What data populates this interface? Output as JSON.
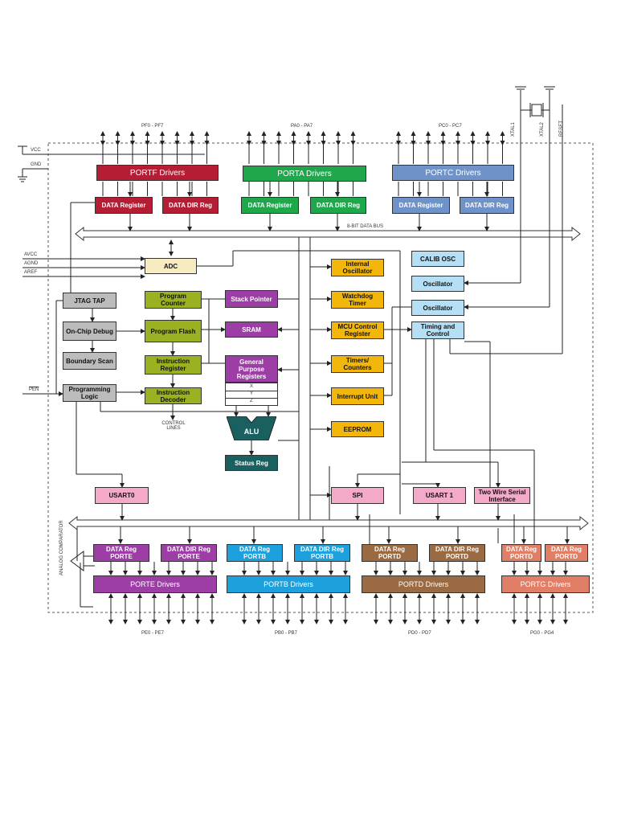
{
  "blocks": {
    "portf_drivers": "PORTF Drivers",
    "porta_drivers": "PORTA Drivers",
    "portc_drivers": "PORTC Drivers",
    "portf_data_reg": "DATA Register",
    "portf_dir_reg": "DATA DIR Reg",
    "porta_data_reg": "DATA Register",
    "porta_dir_reg": "DATA DIR Reg",
    "portc_data_reg": "DATA Register",
    "portc_dir_reg": "DATA DIR Reg",
    "adc": "ADC",
    "jtag_tap": "JTAG TAP",
    "on_chip_debug": "On-Chip Debug",
    "boundary_scan": "Boundary Scan",
    "programming_logic": "Programming Logic",
    "program_counter": "Program Counter",
    "program_flash": "Program Flash",
    "instruction_register": "Instruction Register",
    "instruction_decoder": "Instruction Decoder",
    "stack_pointer": "Stack Pointer",
    "sram": "SRAM",
    "general_purpose_registers": "General Purpose Registers",
    "alu": "ALU",
    "status_reg": "Status Reg",
    "internal_oscillator": "Internal Oscillator",
    "watchdog_timer": "Watchdog Timer",
    "mcu_control_register": "MCU Control Register",
    "timers_counters": "Timers/ Counters",
    "interrupt_unit": "Interrupt Unit",
    "eeprom": "EEPROM",
    "calib_osc": "CALIB OSC",
    "oscillator_1": "Oscillator",
    "oscillator_2": "Oscillator",
    "timing_and_control": "Timing and Control",
    "usart0": "USART0",
    "spi": "SPI",
    "usart1": "USART 1",
    "two_wire_serial_interface": "Two Wire Serial Interface",
    "porte_data_reg": "DATA Reg PORTE",
    "porte_dir_reg": "DATA DIR Reg PORTE",
    "portb_data_reg": "DATA Reg PORTB",
    "portb_dir_reg": "DATA DIR Reg PORTB",
    "portd_data_reg": "DATA Reg PORTD",
    "portd_dir_reg": "DATA DIR Reg PORTD",
    "portg_data_reg": "DATA Reg PORTD",
    "portg_dir_reg": "DATA Reg PORTD",
    "porte_drivers": "PORTE Drivers",
    "portb_drivers": "PORTB Drivers",
    "portd_drivers": "PORTD Drivers",
    "portg_drivers": "PORTG Drivers"
  },
  "labels": {
    "pf_pins": "PF0 - PF7",
    "pa_pins": "PA0 - PA7",
    "pc_pins": "PC0 - PC7",
    "pe_pins": "PE0 - PE7",
    "pb_pins": "PB0 - PB7",
    "pd_pins": "PD0 - PD7",
    "pg_pins": "PG0 - PG4",
    "vcc": "VCC",
    "gnd": "GND",
    "avcc": "AVCC",
    "agnd": "AGND",
    "aref": "AREF",
    "pen": "PEN",
    "xtal1": "XTAL1",
    "xtal2": "XTAL2",
    "reset": "RESET",
    "data_bus": "8-BIT DATA BUS",
    "control_lines": "CONTROL LINES",
    "analog_comparator": "ANALOG COMPARATOR",
    "gpr_x": "X",
    "gpr_y": "Y",
    "gpr_z": "Z"
  },
  "colors": {
    "portf": "#b51d35",
    "porta": "#1ea84b",
    "portc": "#6f93c9",
    "porte": "#9d3ea6",
    "portb": "#1ea0dc",
    "portd": "#9a6a43",
    "portg": "#e07f66",
    "peripheral": "#f2b70a",
    "cpu": "#9bb122",
    "memory": "#9d3ea6",
    "debug": "#bcbcbc",
    "serial": "#f4a9c8",
    "clock": "#b5dff4"
  }
}
